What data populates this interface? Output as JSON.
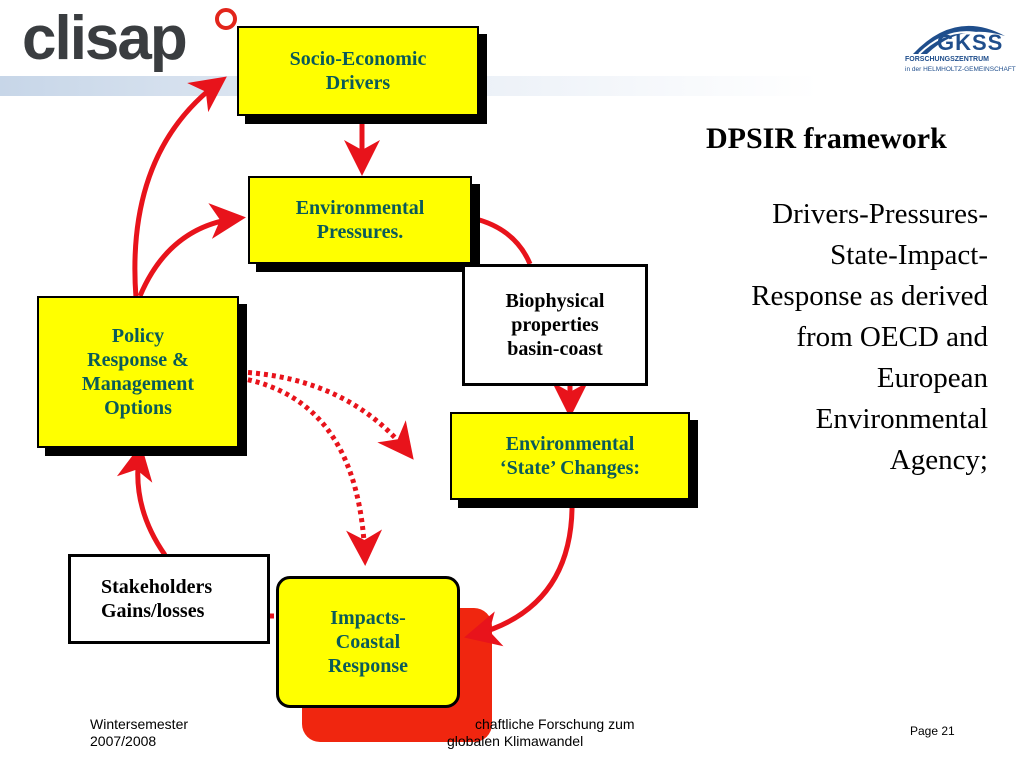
{
  "logos": {
    "clisap": "clisap",
    "gkss_name": "GKSS",
    "gkss_line1": "FORSCHUNGSZENTRUM",
    "gkss_line2": "in der HELMHOLTZ-GEMEINSCHAFT"
  },
  "boxes": {
    "drivers": [
      "Socio-Economic",
      "Drivers"
    ],
    "pressures": [
      "Environmental",
      "Pressures."
    ],
    "biophysical": [
      "Biophysical",
      "properties",
      "basin-coast"
    ],
    "state": [
      "Environmental",
      "‘State’ Changes:"
    ],
    "policy": [
      "Policy",
      "Response &",
      "Management",
      "Options"
    ],
    "stakeholders": [
      "Stakeholders",
      "Gains/losses"
    ],
    "impacts": [
      "Impacts-",
      "Coastal",
      "Response"
    ]
  },
  "title": "DPSIR framework",
  "description": [
    "Drivers-Pressures-",
    "State-Impact-",
    "Response as derived",
    "from OECD and",
    "European",
    "Environmental",
    "Agency;"
  ],
  "footer": {
    "left": [
      "Wintersemester",
      "2007/2008"
    ],
    "center": [
      "chaftliche Forschung zum",
      "globalen Klimawandel"
    ],
    "page": "Page 21"
  },
  "colors": {
    "box_fill": "#ffff00",
    "arrow": "#e8131b",
    "box_text_teal": "#0a5a5a"
  }
}
